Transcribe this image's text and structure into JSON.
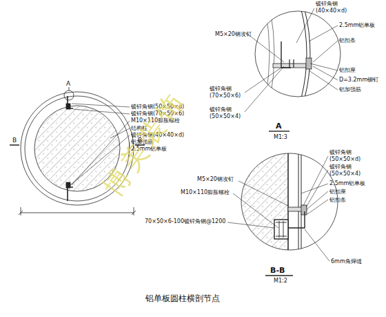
{
  "diagram": {
    "caption": "铝单板圆柱横剖节点",
    "labels": [
      "A",
      "B",
      "B",
      "镀锌角钢(50×50×d)",
      "镀锌角钢(70×50×6)",
      "M10×110膨胀螺栓",
      "结构柱",
      "镀锌角钢(40×40×d)",
      "铝加强筋",
      "2.5mm铝单板",
      "博美装饰",
      "M5×20钢攻钉",
      "镀锌角钢 (40×40×d)",
      "2.5mm铝单板",
      "铝扣条",
      "镀锌角钢 (70×50×6)",
      "镀锌角钢 (50×50×4)",
      "铝扣座",
      "D=3.2mm铆钉",
      "铝加强筋",
      "A",
      "M1:3",
      "镀锌角钢 (50×50×d)",
      "镀锌角钢 (50×50×4)",
      "M5×20钢攻钉",
      "2.5mm铝单板",
      "M10×110膨胀螺栓",
      "铝扣座",
      "铝扣条",
      "70×50×6-100镀锌角钢@1200",
      "6mm角焊缝",
      "B-B",
      "M1:2"
    ]
  }
}
